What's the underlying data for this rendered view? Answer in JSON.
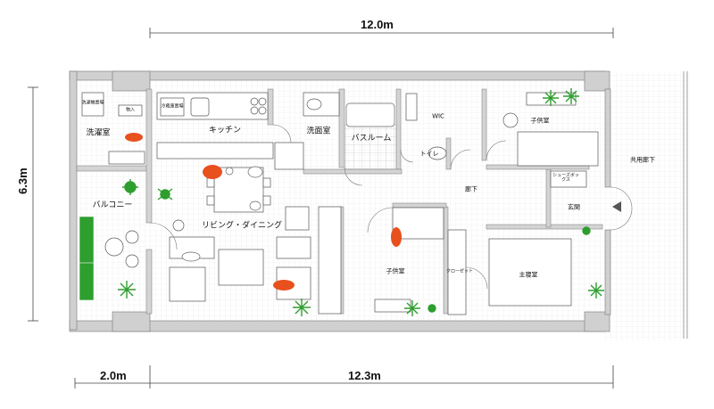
{
  "dimensions": {
    "top_width": "12.0m",
    "left_height": "6.3m",
    "bottom_balcony": "2.0m",
    "bottom_width": "12.3m"
  },
  "rooms": {
    "laundry_room": "洗濯室",
    "laundry_storage": "洗濯機置場",
    "storage": "物入",
    "fridge_space": "冷蔵庫置場",
    "kitchen": "キッチン",
    "washroom": "洗面室",
    "bathroom": "バスルーム",
    "wic": "WIC",
    "toilet": "トイレ",
    "kids_room_1": "子供室",
    "hallway": "廊下",
    "shoe_box": "シューズボックス",
    "entrance": "玄関",
    "shared_corridor": "共用廊下",
    "balcony": "バルコニー",
    "living_dining": "リビング・ダイニング",
    "kids_room_2": "子供室",
    "closet": "クローゼット",
    "master_bedroom": "主寝室"
  },
  "colors": {
    "wall": "#d2d2d2",
    "line": "#555555",
    "floor_grid": "#e6e6e6",
    "person": "#e8501e",
    "plant": "#2e9e2e"
  }
}
